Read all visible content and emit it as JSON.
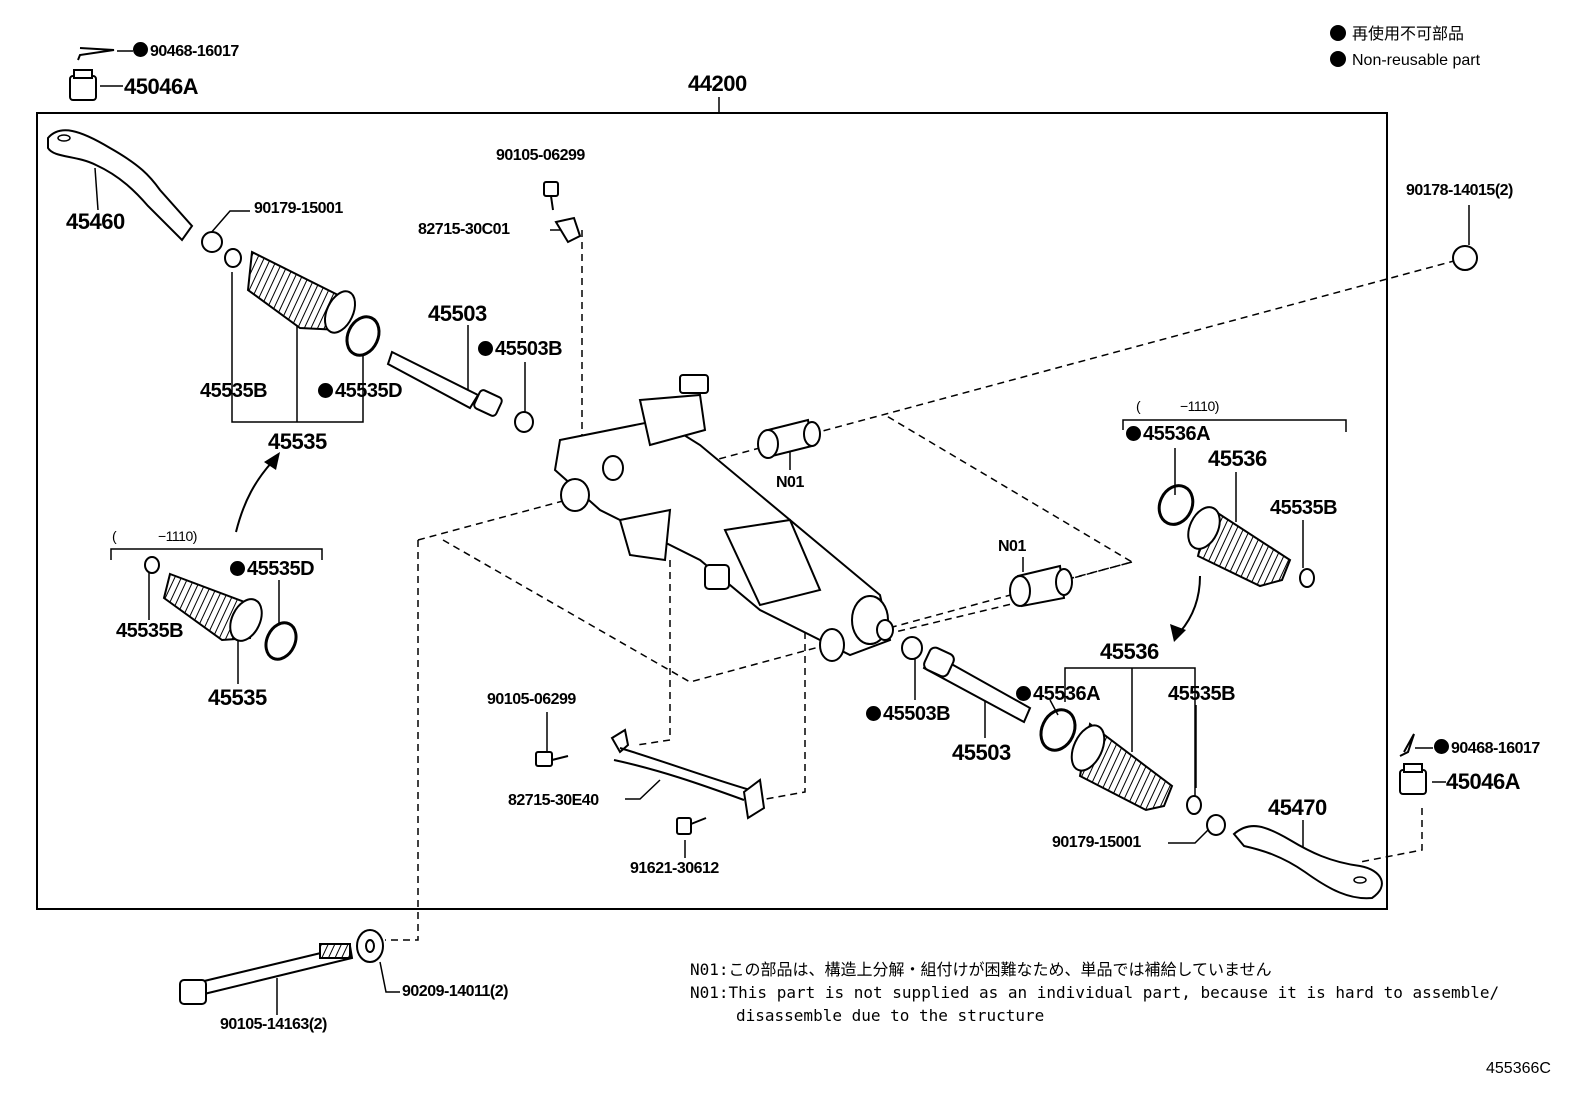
{
  "legend": {
    "items": [
      {
        "marker": "●",
        "text": "再使用不可部品"
      },
      {
        "marker": "●",
        "text": "Non-reusable part"
      }
    ]
  },
  "assembly": {
    "number": "44200"
  },
  "parts": {
    "cotter_pin_left": "90468-16017",
    "nut_left": "45046A",
    "tie_rod_end_left": "45460",
    "clip_left": "90179-15001",
    "bolt_top": "90105-06299",
    "bracket_top": "82715-30C01",
    "rack_end_left": "45503",
    "washer_left": "45503B",
    "clamp_small_left": "45535B",
    "clamp_large_left": "45535D",
    "boot_left": "45535",
    "bracket_group_open": "(",
    "bracket_group_range": "−1110)",
    "alt_clamp_large_left": "45535D",
    "alt_clamp_small_left": "45535B",
    "alt_boot_left": "45535",
    "bushing_right_top": "N01",
    "bushing_right_bottom": "N01",
    "nut_right_top": "90178-14015(2)",
    "clamp_large_right": "45536A",
    "boot_right": "45536",
    "clamp_small_right": "45535B",
    "alt_boot_right": "45536",
    "alt_clamp_large_right": "45536A",
    "alt_clamp_small_right": "45535B",
    "washer_right": "45503B",
    "rack_end_right": "45503",
    "bolt_mid": "90105-06299",
    "pipe_bracket": "82715-30E40",
    "bolt_pipe": "91621-30612",
    "clip_right": "90179-15001",
    "tie_rod_end_right": "45470",
    "cotter_pin_right": "90468-16017",
    "nut_right": "45046A",
    "long_bolt": "90105-14163(2)",
    "long_washer": "90209-14011(2)"
  },
  "notes": [
    "N01:この部品は、構造上分解・組付けが困難なため、単品では補給していません",
    "N01:This part is not supplied as an individual part, because it is hard to assemble/",
    "disassemble due to the structure"
  ],
  "illustration_id": "455366C"
}
